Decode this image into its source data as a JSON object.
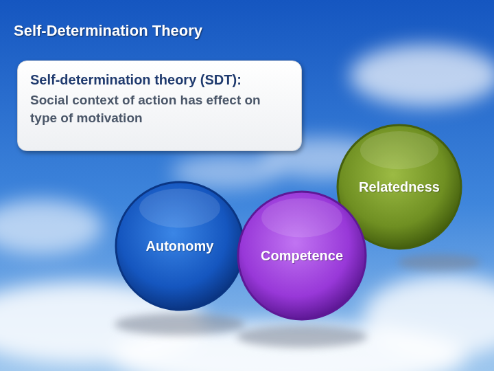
{
  "diagram": {
    "title": "Self-Determination Theory",
    "nodes": [
      {
        "text": [
          "Self-determination theory (SDT):",
          "Social context of action has effect on type of motivation"
        ]
      },
      {
        "text": [
          "Autonomy"
        ]
      },
      {
        "text": [
          "Competence"
        ]
      },
      {
        "text": [
          "Relatedness"
        ]
      }
    ]
  }
}
